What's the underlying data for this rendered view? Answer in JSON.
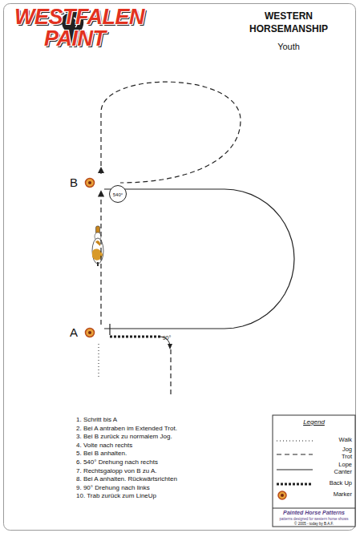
{
  "diagram": {
    "title": "WESTERN HORSEMANSHIP",
    "nodes": [
      {
        "text": [
          "B"
        ]
      },
      {
        "text": [
          "A"
        ]
      }
    ],
    "edges": [
      {
        "from": 1,
        "to": 0,
        "arrow": "to"
      },
      {
        "from": 0,
        "to": 1,
        "arrow": "none"
      }
    ],
    "labels": [
      "WESTFALEN",
      "PAINT",
      "Youth",
      "540°",
      "90°",
      "1. Schritt bis A",
      "2. Bei A antraben im Extended Trot.",
      "3. Bei B zurück zu normalem Jog.",
      "4. Volte nach rechts",
      "5. Bei B anhalten.",
      "6. 540° Drehung nach rechts",
      "7. Rechtsgalopp von B zu A.",
      "8. Bei A anhalten. Rückwärtsrichten",
      "9. 90° Drehung nach links",
      "10. Trab zurück zum LineUp",
      "Legend",
      "Painted Horse Patterns",
      "patterns designed for western horse shows",
      "© 2005 - today by B.A.F."
    ],
    "legend": [
      {
        "text": "Walk"
      },
      {
        "text": "Jog Trot"
      },
      {
        "text": "Lope Canter"
      },
      {
        "text": "Back Up"
      },
      {
        "text": "Marker"
      }
    ]
  }
}
